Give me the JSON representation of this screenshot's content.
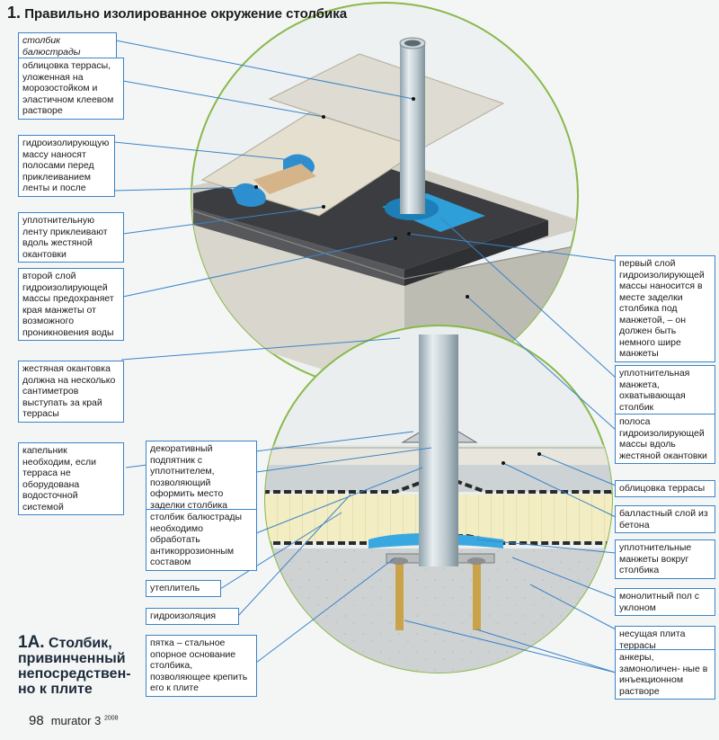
{
  "title": {
    "number": "1.",
    "text": "Правильно изолированное окружение столбика"
  },
  "subtitle": {
    "number": "1А.",
    "text": "Столбик, привинченный непосредствен- но к плите"
  },
  "footer": {
    "page": "98",
    "magazine": "murator 3",
    "year": "2008"
  },
  "labels_left": [
    {
      "id": "post",
      "text": "столбик балюстрады"
    },
    {
      "id": "tiles",
      "text": "облицовка террасы, уложенная на морозостойком и эластичном клеевом растворе"
    },
    {
      "id": "waterproof-strips",
      "text": "гидроизолирующую массу наносят полосами перед приклеиванием ленты и после"
    },
    {
      "id": "seal-tape",
      "text": "уплотнительную ленту приклеивают вдоль жестяной окантовки"
    },
    {
      "id": "second-layer",
      "text": "второй слой гидроизолирующей массы предохраняет края манжеты от возможного проникновения воды"
    },
    {
      "id": "flashing",
      "text": "жестяная окантовка должна на несколько сантиметров выступать за край террасы"
    },
    {
      "id": "drip",
      "text": "капельник необходим, если терраса не оборудована водосточной системой"
    }
  ],
  "labels_right": [
    {
      "id": "first-layer",
      "text": "первый слой гидроизолирующей массы наносится в месте заделки столбика под манжетой, – он должен быть немного шире манжеты"
    },
    {
      "id": "collar",
      "text": "уплотнительная манжета, охватывающая столбик"
    },
    {
      "id": "strip",
      "text": "полоса гидроизолирующей массы вдоль жестяной окантовки"
    },
    {
      "id": "cladding",
      "text": "облицовка террасы"
    },
    {
      "id": "screed",
      "text": "балластный слой из бетона"
    },
    {
      "id": "collars",
      "text": "уплотнительные манжеты вокруг столбика"
    },
    {
      "id": "floor",
      "text": "монолитный пол с уклоном"
    },
    {
      "id": "slab",
      "text": "несущая плита террасы"
    },
    {
      "id": "anchors",
      "text": "анкеры, замоноличен- ные в инъекционном растворе"
    }
  ],
  "labels_mid": [
    {
      "id": "cover",
      "text": "декоративный подпятник с уплотнителем, позволяющий оформить место заделки столбика"
    },
    {
      "id": "post-coat",
      "text": "столбик балюстрады необходимо обработать антикоррозионным составом"
    },
    {
      "id": "insulation",
      "text": "утеплитель"
    },
    {
      "id": "waterproofing",
      "text": "гидроизоляция"
    },
    {
      "id": "base-plate",
      "text": "пятка – стальное опорное основание столбика, позволяющее крепить его к плите"
    }
  ],
  "colors": {
    "accent": "#3a84c8",
    "circle": "#8ab84a",
    "waterproof": "#2e9fd8",
    "dark": "#3a3a3e",
    "concrete": "#c9c6b9"
  }
}
